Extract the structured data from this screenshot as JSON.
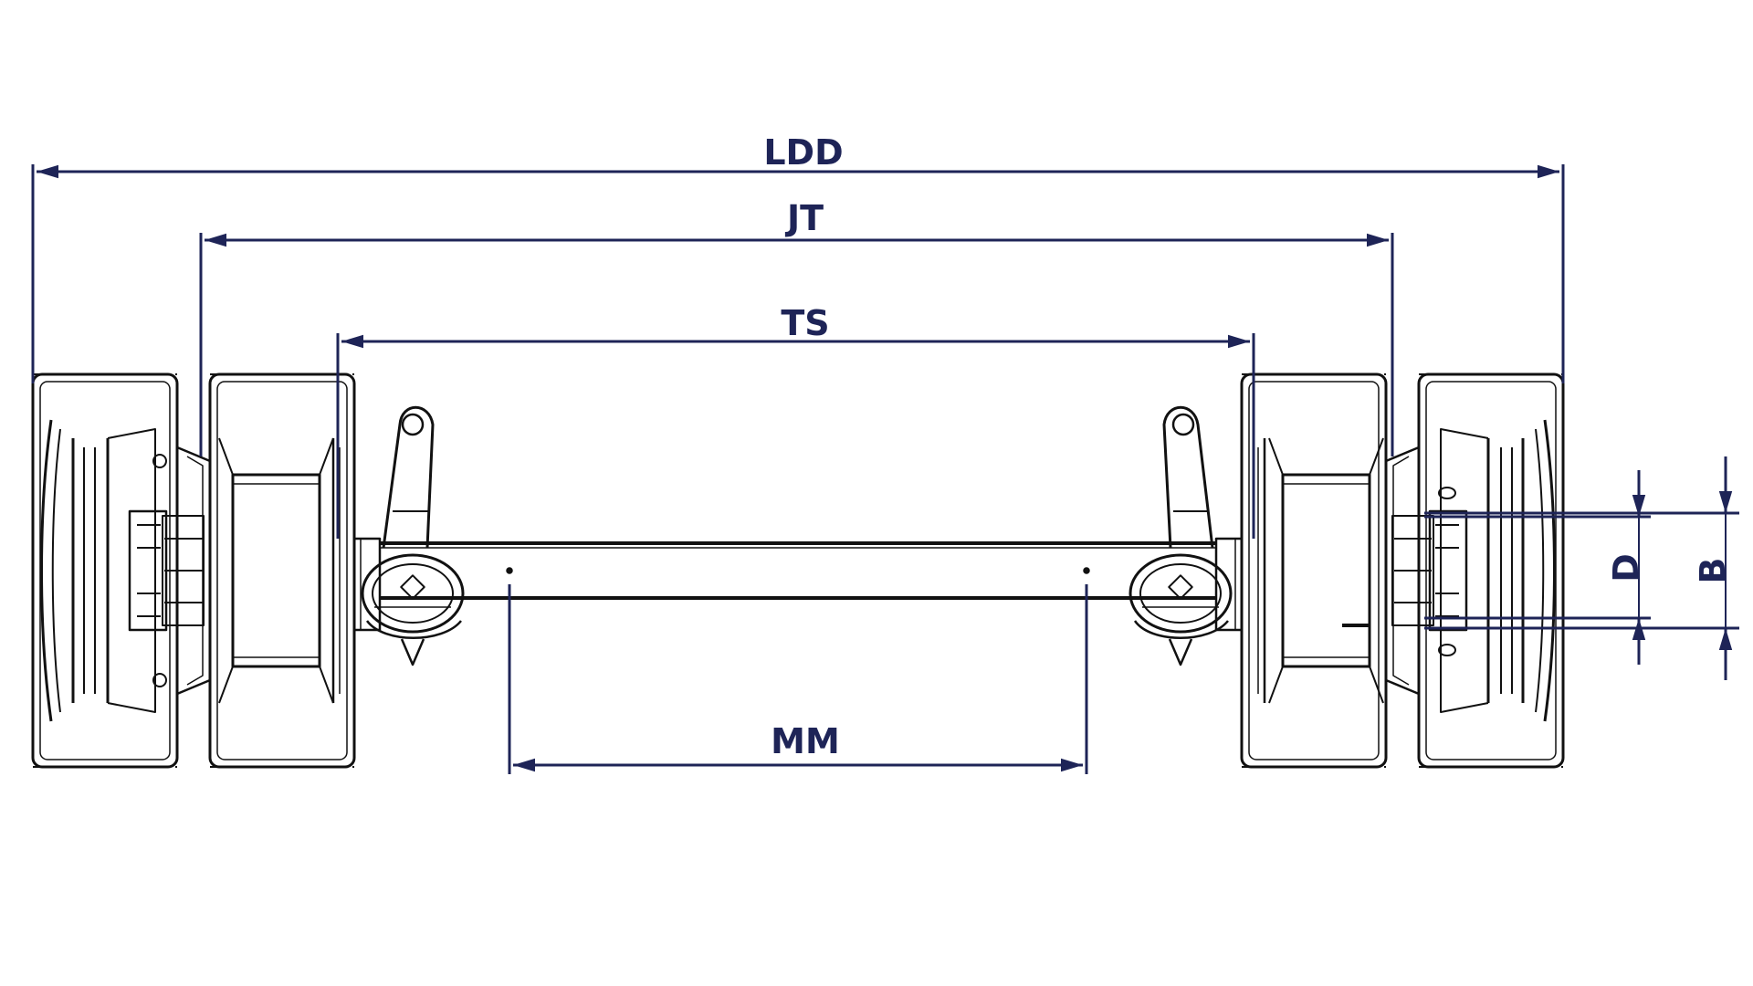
{
  "labels": {
    "ldd": "LDD",
    "jt": "JT",
    "ts": "TS",
    "mm": "MM",
    "d": "D",
    "b": "B"
  },
  "colors": {
    "dimension": "#1e2457",
    "drawing": "#111111",
    "background": "#ffffff"
  }
}
